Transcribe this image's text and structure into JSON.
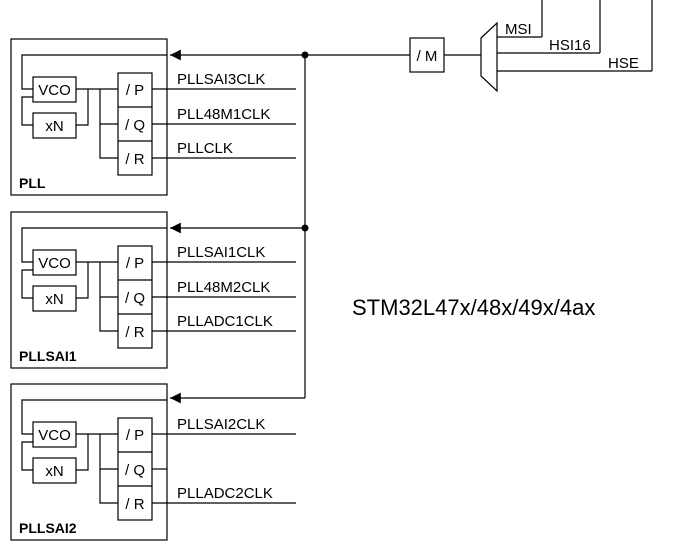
{
  "sources": {
    "msi": "MSI",
    "hsi16": "HSI16",
    "hse": "HSE"
  },
  "divider_m": "/ M",
  "device_title": "STM32L47x/48x/49x/4ax",
  "blocks": [
    {
      "name": "PLL",
      "vco": "VCO",
      "mult": "xN",
      "div_p": "/ P",
      "div_q": "/ Q",
      "div_r": "/ R",
      "out_p": "PLLSAI3CLK",
      "out_q": "PLL48M1CLK",
      "out_r": "PLLCLK"
    },
    {
      "name": "PLLSAI1",
      "vco": "VCO",
      "mult": "xN",
      "div_p": "/ P",
      "div_q": "/ Q",
      "div_r": "/ R",
      "out_p": "PLLSAI1CLK",
      "out_q": "PLL48M2CLK",
      "out_r": "PLLADC1CLK"
    },
    {
      "name": "PLLSAI2",
      "vco": "VCO",
      "mult": "xN",
      "div_p": "/ P",
      "div_q": "/ Q",
      "div_r": "/ R",
      "out_p": "PLLSAI2CLK",
      "out_q": "",
      "out_r": "PLLADC2CLK"
    }
  ]
}
